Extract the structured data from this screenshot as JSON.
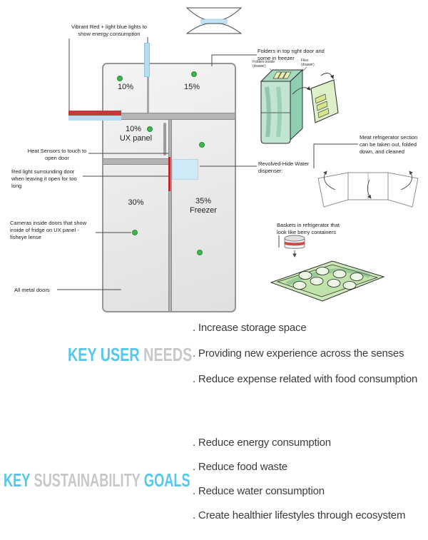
{
  "fridge": {
    "compartments": [
      {
        "label": "10%"
      },
      {
        "label": "15%"
      },
      {
        "label": "10%",
        "sublabel": "UX panel"
      },
      {
        "label": "30%"
      },
      {
        "label": "35%",
        "sublabel": "Freezer"
      }
    ]
  },
  "annotations": {
    "lights": "Vibrant Red + light blue lights to show energy consumption",
    "folders": "Folders in top right door and some in freezer",
    "heat_sensors": "Heat Sensors to touch to open door",
    "red_light": "Red light surrounding door when leaving it open for too long",
    "cameras": "Cameras inside doors that show inside of fridge on UX panel - fisheye lense",
    "metal_doors": "All metal doors",
    "water_dispenser": "Revolved-Hide Water dispenser:",
    "meat_section": "Meat refrigerator section can be taken out, folded down, and cleaned",
    "baskets": "Baskets in refrigerator that look like berry containers"
  },
  "sketch_labels": {
    "folders_inside_1": "Folders inside",
    "folders_inside_2": "(drawer)",
    "files_1": "Files",
    "files_2": "(drawer)"
  },
  "user_needs": {
    "heading_primary": "KEY USER",
    "heading_secondary": "NEEDS",
    "items": [
      ". Increase storage space",
      ". Providing new experience across the senses",
      ". Reduce expense related with food consumption"
    ]
  },
  "sustainability_goals": {
    "heading_part1": "KEY",
    "heading_part2": "SUSTAINABILITY",
    "heading_part3": "GOALS",
    "items": [
      ". Reduce energy consumption",
      ". Reduce food waste",
      ". Reduce water consumption",
      ". Create healthier lifestyles through ecosystem"
    ]
  },
  "colors": {
    "accent_blue": "#55c7ea",
    "heading_gray": "#c8c8c8",
    "indicator_green": "#3cb54a",
    "light_blue": "#b5ddf2",
    "alert_red": "#c0272d"
  }
}
